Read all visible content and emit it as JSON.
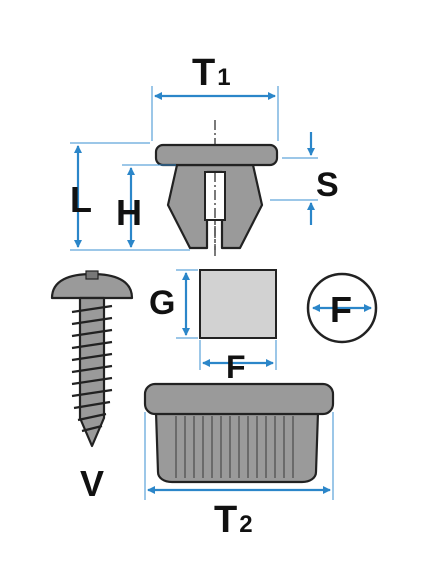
{
  "labels": {
    "t1": "T",
    "t1_sub": "1",
    "t2": "T",
    "t2_sub": "2",
    "l": "L",
    "h": "H",
    "s": "S",
    "g": "G",
    "f_bottom": "F",
    "f_circle": "F",
    "v": "V"
  },
  "colors": {
    "dimension_line": "#2b86c9",
    "part_fill": "#9a9a9a",
    "part_outline": "#222222",
    "label": "#111111"
  }
}
